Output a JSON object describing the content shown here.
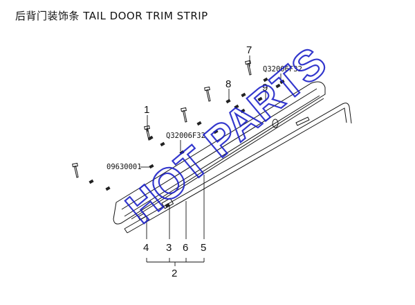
{
  "title": "后背门装饰条 TAIL DOOR TRIM STRIP",
  "callouts": [
    "1",
    "2",
    "3",
    "4",
    "5",
    "6",
    "7",
    "8",
    "9"
  ],
  "part_codes": [
    "Q32006F32",
    "Q32006F32",
    "09630001"
  ],
  "watermark": "HOT PARTS",
  "colors": {
    "line": "#111111",
    "watermark": "#1d22c8"
  }
}
